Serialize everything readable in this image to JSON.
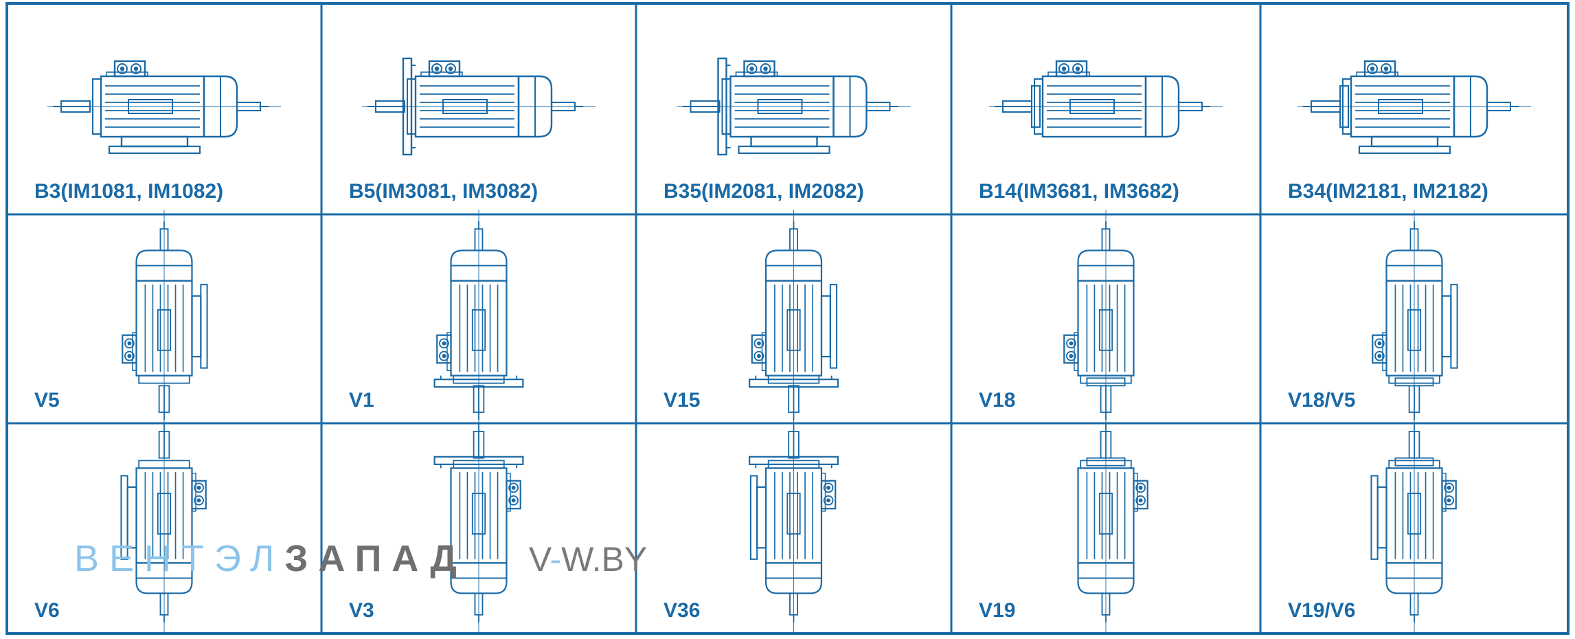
{
  "colors": {
    "line": "#1a6aa6",
    "border": "#1a6aa6",
    "background": "#ffffff"
  },
  "watermark": {
    "part1": "ВЕНТЭЛ",
    "part2": "ЗАПАД",
    "dash": "-",
    "v": "V",
    "domain": "W.BY"
  },
  "rows": [
    {
      "view": "horizontal",
      "cells": [
        {
          "label": "B3(IM1081, IM1082)",
          "config": "foot"
        },
        {
          "label": "B5(IM3081, IM3082)",
          "config": "flange"
        },
        {
          "label": "B35(IM2081, IM2082)",
          "config": "flange-foot"
        },
        {
          "label": "B14(IM3681, IM3682)",
          "config": "face"
        },
        {
          "label": "B34(IM2181, IM2182)",
          "config": "face-foot"
        }
      ]
    },
    {
      "view": "shaft-down",
      "cells": [
        {
          "label": "V5",
          "config": "foot"
        },
        {
          "label": "V1",
          "config": "flange"
        },
        {
          "label": "V15",
          "config": "flange-foot"
        },
        {
          "label": "V18",
          "config": "face"
        },
        {
          "label": "V18/V5",
          "config": "face-foot"
        }
      ]
    },
    {
      "view": "shaft-up",
      "cells": [
        {
          "label": "V6",
          "config": "foot"
        },
        {
          "label": "V3",
          "config": "flange"
        },
        {
          "label": "V36",
          "config": "flange-foot"
        },
        {
          "label": "V19",
          "config": "face"
        },
        {
          "label": "V19/V6",
          "config": "face-foot"
        }
      ]
    }
  ]
}
